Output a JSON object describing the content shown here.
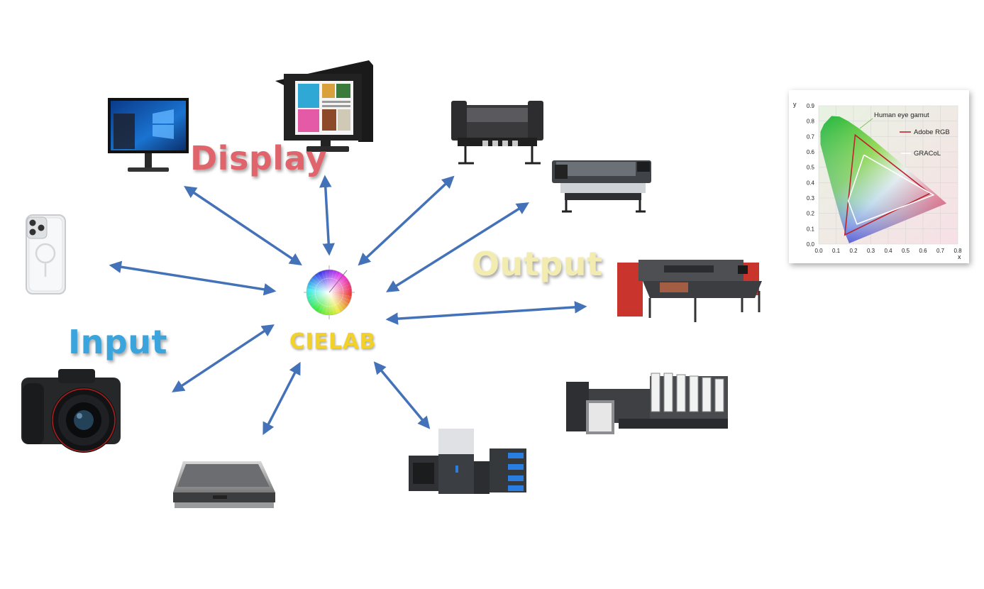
{
  "labels": {
    "display": "Display",
    "output": "Output",
    "input": "Input",
    "cielab": "CIELAB"
  },
  "colors": {
    "display": "#e0646b",
    "output": "#f3ecb0",
    "input": "#3aa4dd",
    "cielab": "#f1d12a",
    "arrow": "#4472b8",
    "human_gamut_outline": "#7cc04a",
    "adobe_rgb": "#c0222a",
    "gracol": "#ffffff"
  },
  "devices": {
    "input": [
      "smartphone",
      "digital-camera",
      "flatbed-scanner"
    ],
    "display": [
      "desktop-monitor",
      "hooded-proofing-monitor"
    ],
    "output": [
      "inkjet-printer",
      "wide-format-printer",
      "flatbed-uv-printer",
      "offset-press",
      "digital-press"
    ]
  },
  "chart_data": {
    "type": "scatter",
    "title": "",
    "xlabel": "x",
    "ylabel": "y",
    "xlim": [
      0.0,
      0.8
    ],
    "ylim": [
      0.0,
      0.9
    ],
    "x_ticks": [
      "0.0",
      "0.1",
      "0.2",
      "0.3",
      "0.4",
      "0.5",
      "0.6",
      "0.7",
      "0.8"
    ],
    "y_ticks": [
      "0.0",
      "0.1",
      "0.2",
      "0.3",
      "0.4",
      "0.5",
      "0.6",
      "0.7",
      "0.8",
      "0.9"
    ],
    "grid": true,
    "series": [
      {
        "name": "Human eye gamut",
        "points": [
          [
            0.175,
            0.005
          ],
          [
            0.17,
            0.02
          ],
          [
            0.155,
            0.06
          ],
          [
            0.13,
            0.15
          ],
          [
            0.08,
            0.35
          ],
          [
            0.04,
            0.52
          ],
          [
            0.01,
            0.65
          ],
          [
            0.01,
            0.73
          ],
          [
            0.03,
            0.78
          ],
          [
            0.074,
            0.833
          ],
          [
            0.12,
            0.83
          ],
          [
            0.17,
            0.8
          ],
          [
            0.23,
            0.754
          ],
          [
            0.3,
            0.692
          ],
          [
            0.37,
            0.625
          ],
          [
            0.444,
            0.555
          ],
          [
            0.512,
            0.487
          ],
          [
            0.575,
            0.424
          ],
          [
            0.627,
            0.372
          ],
          [
            0.666,
            0.334
          ],
          [
            0.692,
            0.308
          ],
          [
            0.735,
            0.265
          ],
          [
            0.175,
            0.005
          ]
        ]
      },
      {
        "name": "Adobe RGB",
        "points": [
          [
            0.64,
            0.33
          ],
          [
            0.21,
            0.71
          ],
          [
            0.15,
            0.06
          ],
          [
            0.64,
            0.33
          ]
        ]
      },
      {
        "name": "GRACoL",
        "points": [
          [
            0.26,
            0.58
          ],
          [
            0.66,
            0.32
          ],
          [
            0.22,
            0.13
          ],
          [
            0.17,
            0.28
          ],
          [
            0.26,
            0.58
          ]
        ]
      }
    ]
  }
}
